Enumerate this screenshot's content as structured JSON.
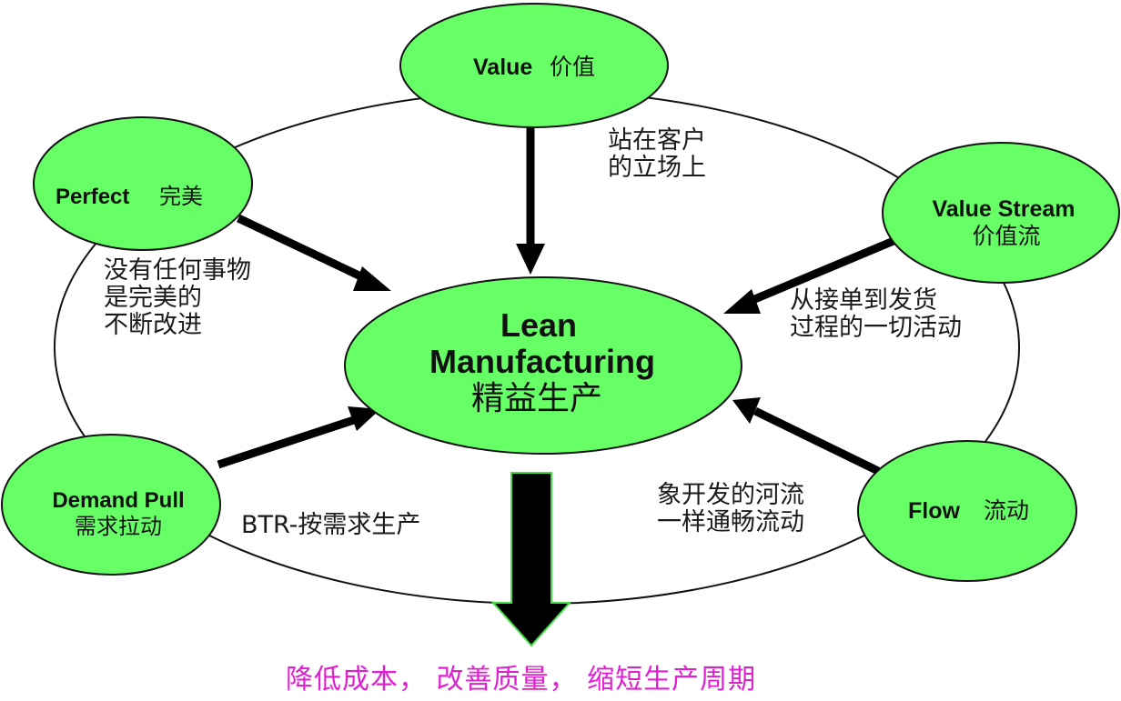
{
  "colors": {
    "node_fill": "#66ff66",
    "node_stroke": "#111111",
    "arrow": "#000000",
    "outcome_text": "#e020d0"
  },
  "center": {
    "title_line1": "Lean",
    "title_line2": "Manufacturing",
    "subtitle": "精益生产"
  },
  "nodes": {
    "value": {
      "title": "Value",
      "cn": "价值",
      "note": "站在客户\n的立场上"
    },
    "value_stream": {
      "title": "Value Stream",
      "cn": "价值流",
      "note": "从接单到发货\n过程的一切活动"
    },
    "flow": {
      "title": "Flow",
      "cn": "流动",
      "note": "象开发的河流\n一样通畅流动"
    },
    "demand_pull": {
      "title": "Demand Pull",
      "cn": "需求拉动",
      "note": "BTR-按需求生产"
    },
    "perfect": {
      "title": "Perfect",
      "cn": "完美",
      "note": "没有任何事物\n是完美的\n不断改进"
    }
  },
  "outcome": "降低成本， 改善质量， 缩短生产周期"
}
